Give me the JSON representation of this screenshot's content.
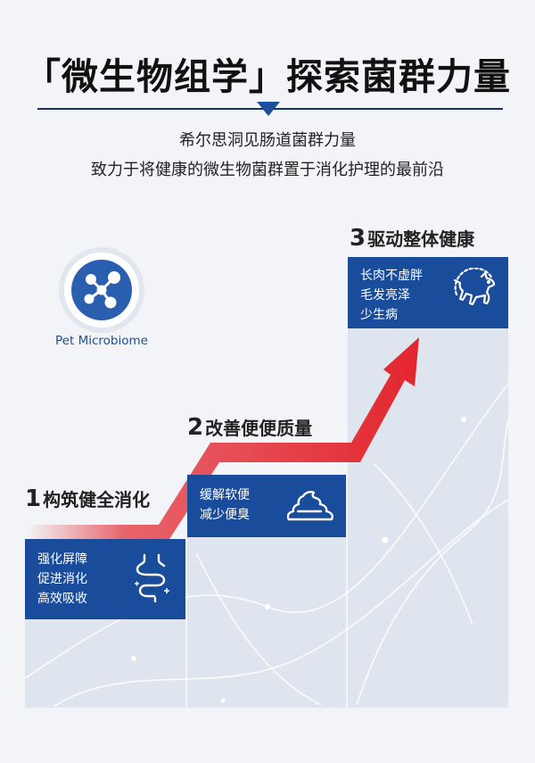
{
  "header": {
    "title": "「微生物组学」探索菌群力量",
    "subtitle_line1": "希尔思洞见肠道菌群力量",
    "subtitle_line2": "致力于将健康的微生物菌群置于消化护理的最前沿"
  },
  "logo": {
    "label": "Pet Microbiome",
    "icon": "microbiome-molecule-icon"
  },
  "steps": [
    {
      "num": "1",
      "title": "构筑健全消化",
      "lines": [
        "强化屏障",
        "促进消化",
        "高效吸收"
      ],
      "icon": "intestine-icon"
    },
    {
      "num": "2",
      "title": "改善便便质量",
      "lines": [
        "缓解软便",
        "减少便臭"
      ],
      "icon": "poop-icon"
    },
    {
      "num": "3",
      "title": "驱动整体健康",
      "lines": [
        "长肉不虚胖",
        "毛发亮泽",
        "少生病"
      ],
      "icon": "dog-icon"
    }
  ],
  "colors": {
    "card_blue": "#1a4c9c",
    "arrow_red": "#e3262f",
    "pillar_gray": "#dfe5ee"
  }
}
